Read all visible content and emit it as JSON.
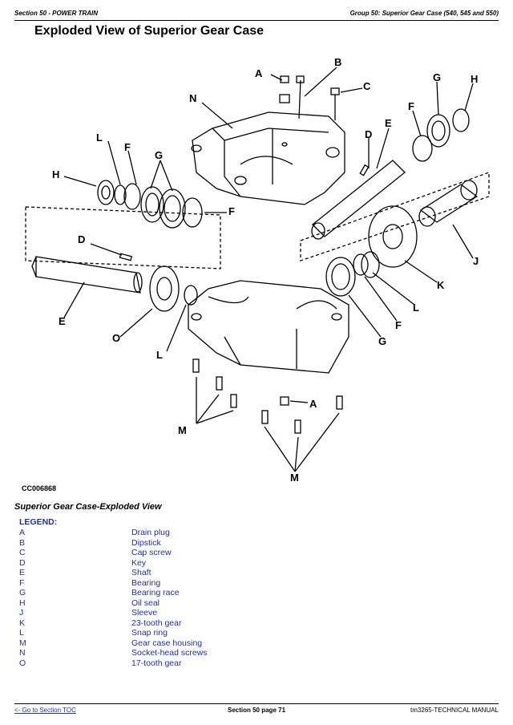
{
  "header": {
    "section": "Section 50 - POWER TRAIN",
    "group": "Group 50: Superior Gear Case (540, 545 and 550)"
  },
  "page_title": "Exploded View of Superior Gear Case",
  "figure": {
    "id": "CC006868",
    "callouts": [
      "A",
      "B",
      "C",
      "D",
      "E",
      "F",
      "G",
      "H",
      "J",
      "K",
      "L",
      "M",
      "N",
      "O"
    ]
  },
  "caption": "Superior Gear Case-Exploded View",
  "legend": {
    "title": "LEGEND:",
    "items": [
      {
        "key": "A",
        "label": "Drain plug"
      },
      {
        "key": "B",
        "label": "Dipstick"
      },
      {
        "key": "C",
        "label": "Cap screw"
      },
      {
        "key": "D",
        "label": "Key"
      },
      {
        "key": "E",
        "label": "Shaft"
      },
      {
        "key": "F",
        "label": "Bearing"
      },
      {
        "key": "G",
        "label": "Bearing race"
      },
      {
        "key": "H",
        "label": "Oil seal"
      },
      {
        "key": "J",
        "label": "Sleeve"
      },
      {
        "key": "K",
        "label": "23-tooth gear"
      },
      {
        "key": "L",
        "label": "Snap ring"
      },
      {
        "key": "M",
        "label": "Gear case housing"
      },
      {
        "key": "N",
        "label": "Socket-head screws"
      },
      {
        "key": "O",
        "label": "17-tooth gear"
      }
    ]
  },
  "footer": {
    "toc_link": "<- Go to Section TOC",
    "page": "Section 50 page 71",
    "manual": "tm3265-TECHNICAL MANUAL"
  }
}
